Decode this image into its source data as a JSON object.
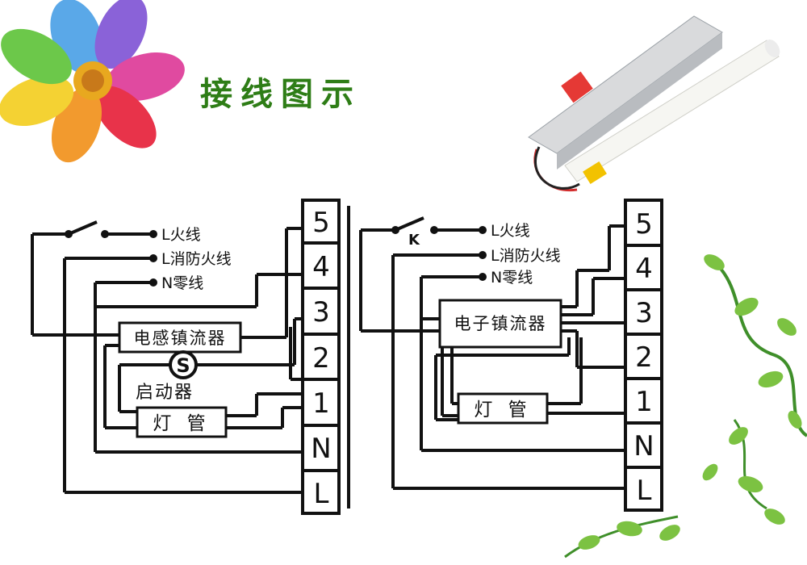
{
  "title": "接线图示",
  "colors": {
    "title": "#2e7d16",
    "wire": "#111111",
    "vine": "#3f8f2a",
    "leaf": "#7cc242"
  },
  "left_diagram": {
    "terminals": [
      "5",
      "4",
      "3",
      "2",
      "1",
      "N",
      "L"
    ],
    "labels": {
      "live": "L火线",
      "fire_live": "L消防火线",
      "neutral": "N零线",
      "ballast": "电感镇流器",
      "starter_symbol": "S",
      "starter": "启动器",
      "lamp": "灯 管"
    }
  },
  "right_diagram": {
    "terminals": [
      "5",
      "4",
      "3",
      "2",
      "1",
      "N",
      "L"
    ],
    "labels": {
      "switch": "K",
      "live": "L火线",
      "fire_live": "L消防火线",
      "neutral": "N零线",
      "ballast": "电子镇流器",
      "lamp": "灯 管"
    }
  },
  "decorations": {
    "flower": "rainbow-flower-image",
    "product": "emergency-ballast-product-image",
    "vine": "green-vine-illustration"
  }
}
